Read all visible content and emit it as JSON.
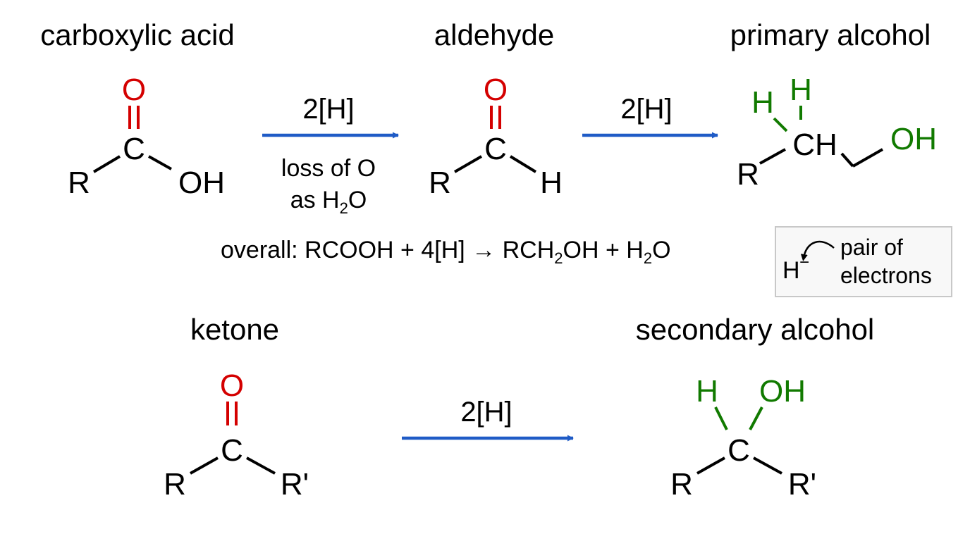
{
  "colors": {
    "black": "#000000",
    "oxygen": "#d40000",
    "added": "#117a00",
    "arrow": "#1f5bc6",
    "box_border": "#c8c8c8"
  },
  "labels": {
    "carboxylic_acid": "carboxylic acid",
    "aldehyde": "aldehyde",
    "primary_alcohol": "primary alcohol",
    "ketone": "ketone",
    "secondary_alcohol": "secondary alcohol"
  },
  "atoms": {
    "O": "O",
    "C": "C",
    "R": "R",
    "OH": "OH",
    "H": "H",
    "CH": "CH",
    "R_prime": "R'"
  },
  "arrows": {
    "reagent": "2[H]",
    "note_line1": "loss of O",
    "note_line2_pre": "as H",
    "note_line2_sub": "2",
    "note_line2_post": "O"
  },
  "overall": {
    "prefix": "overall: RCOOH + 4[H] → RCH",
    "sub1": "2",
    "middle": "OH + H",
    "sub2": "2",
    "suffix": "O"
  },
  "legend": {
    "hydride": "H",
    "charge": "−",
    "line1": "pair of",
    "line2": "electrons"
  }
}
